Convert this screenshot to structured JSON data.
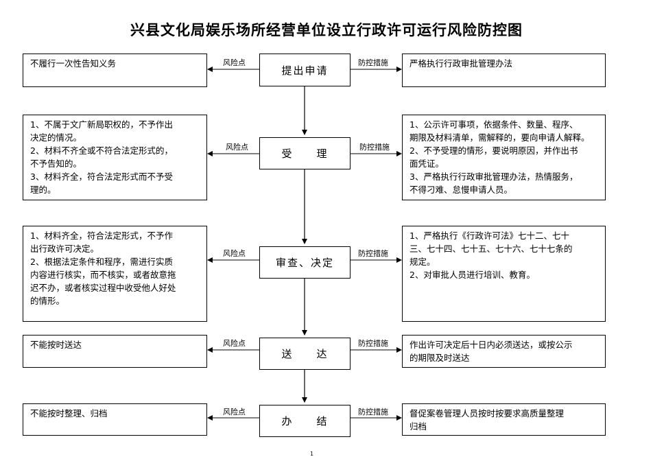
{
  "title": "兴县文化局娱乐场所经营单位设立行政许可运行风险防控图",
  "risk_tag": "风险点",
  "measure_tag": "防控措施",
  "page_number": "1",
  "rows": [
    {
      "stage": "提出申请",
      "risk": "不履行一次性告知义务",
      "measure": "严格执行行政审批管理办法"
    },
    {
      "stage": "受　　理",
      "risk": "1、不属于文广新局职权的，不予作出\n决定的情况。\n2、材料不齐全或不符合法定形式的，\n不予告知的。\n3、材料齐全，符合法定形式而不予受\n理的。",
      "measure": "1、公示许可事项，依据条件、数量、程序、\n期限及材料清单，需解释的，要向申请人解释。\n2、不予受理的情形，要说明原因，并作出书\n面凭证。\n3、严格执行行政审批管理办法，热情服务，\n不得刁难、怠慢申请人员。"
    },
    {
      "stage": "审查、决定",
      "risk": "1、材料齐全，符合法定形式，不予作\n出行政许可决定。\n2、根据法定条件和程序，需进行实质\n内容进行核实，而不核实，或者故意拖\n迟不办，或者核实过程中收受他人好处\n的情形。",
      "measure": "1、严格执行《行政许可法》七十二、七十\n三、七十四、七十五、七十六、七十七条的\n规定。\n2、对审批人员进行培训、教育。"
    },
    {
      "stage": "送　　达",
      "risk": "不能按时送达",
      "measure": "作出许可决定后十日内必须送达，或按公示\n的期限及时送达"
    },
    {
      "stage": "办　　结",
      "risk": "不能按时整理、归档",
      "measure": "督促案卷管理人员按时按要求高质量整理\n归档"
    }
  ]
}
